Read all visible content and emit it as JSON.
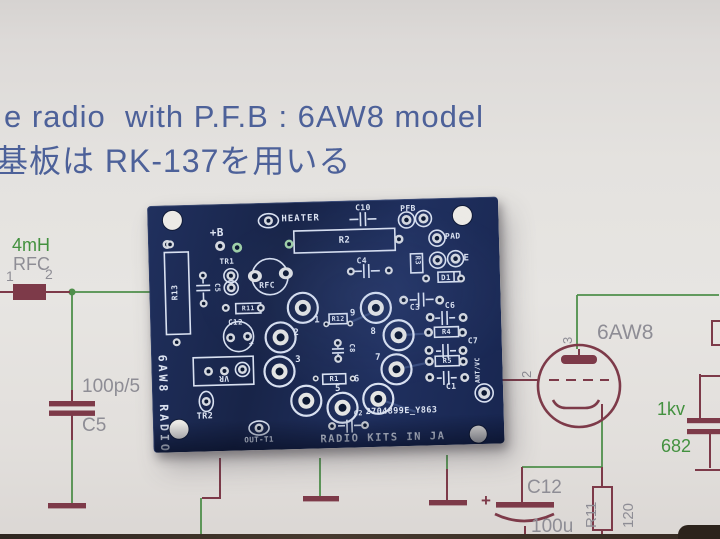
{
  "title": {
    "line1": "e radio  with P.F.B : 6AW8 model",
    "line2": "基板は RK-137を用いる"
  },
  "paper_schematic": {
    "inductor_value": "4mH",
    "inductor_name": "RFC",
    "inductor_pin1": "1",
    "inductor_pin2": "2",
    "cap5_value": "100p/5",
    "cap5_name": "C5",
    "tube_name": "6AW8",
    "tube_pin3": "3",
    "tube_pin2": "2",
    "cap_right_value": "1kv",
    "res_right_value": "682",
    "cap12_name": "C12",
    "cap12_value": "100u",
    "res11_name": "R11",
    "res11_value": "120",
    "c12_plus": "+"
  },
  "pcb": {
    "labels": {
      "plus_b": "+B",
      "heater": "HEATER",
      "c10": "C10",
      "pfb": "PFB",
      "pad": "PAD",
      "e": "E",
      "r3": "R3",
      "d1": "D1",
      "r2": "R2",
      "c4": "C4",
      "c3": "C3",
      "c6": "C6",
      "r4": "R4",
      "c7": "C7",
      "r5": "R5",
      "c1": "C1",
      "antvc": "ANT/VC",
      "tr1": "TR1",
      "rfc": "RFC",
      "r11": "R11",
      "c12": "C12",
      "c12_plus": "+",
      "c5": "C5",
      "r13": "R13",
      "r12": "R12",
      "c8": "C8",
      "r1": "R1",
      "vr": "VR",
      "tr2": "TR2",
      "out_t1": "OUT-T1",
      "c2": "C2",
      "board_id": "2704899E_Y863",
      "maker": "RADIO KITS IN JA",
      "side": "6AW8 RADIO"
    },
    "socket_pins": [
      "1",
      "2",
      "3",
      "5",
      "6",
      "7",
      "8",
      "9"
    ]
  },
  "colors": {
    "board_blue": "#1b2a55",
    "silkscreen": "#dde4f2",
    "wire_green": "#4f8f4b",
    "component_red": "#7d3a49",
    "label_gray": "#8e8d95",
    "title_blue": "#4d6199",
    "paper": "#e4e2df"
  }
}
